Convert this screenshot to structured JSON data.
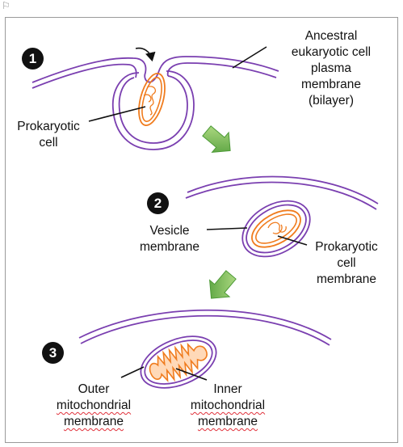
{
  "colors": {
    "membrane_purple": "#7a3fb0",
    "prokaryote_orange": "#f07c1e",
    "matrix_orange": "#ffd9b8",
    "arrow_green_light": "#9fd46e",
    "arrow_green_dark": "#4c9a36",
    "leader_line": "#111111",
    "step_badge": "#111111",
    "spelling_underline": "#e0303a"
  },
  "icons": {
    "corner": "flag-icon",
    "step_arrow": "green-down-arrow-icon",
    "engulf_arrow": "curved-arrow-icon"
  },
  "steps": [
    {
      "number": "1",
      "labels": {
        "host_membrane": [
          "Ancestral",
          "eukaryotic cell",
          "plasma",
          "membrane",
          "(bilayer)"
        ],
        "prokaryote": [
          "Prokaryotic",
          "cell"
        ]
      }
    },
    {
      "number": "2",
      "labels": {
        "vesicle": [
          "Vesicle",
          "membrane"
        ],
        "prokaryote_membrane": [
          "Prokaryotic",
          "cell",
          "membrane"
        ]
      }
    },
    {
      "number": "3",
      "labels": {
        "outer": [
          "Outer",
          "mitochondrial",
          "membrane"
        ],
        "inner": [
          "Inner",
          "mitochondrial",
          "membrane"
        ]
      }
    }
  ]
}
